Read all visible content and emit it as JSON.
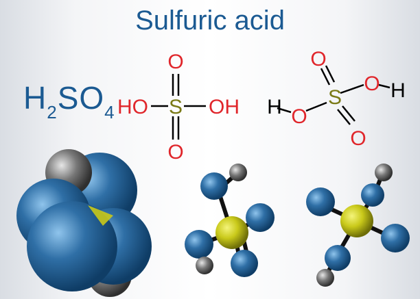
{
  "title": "Sulfuric acid",
  "formula": {
    "p1": "H",
    "s1": "2",
    "p2": "SO",
    "s2": "4"
  },
  "structural": {
    "s": "S",
    "o": "O",
    "h": "H",
    "oh": "OH",
    "ho": "HO"
  },
  "colors": {
    "title": "#1b5a92",
    "oxygen_label": "#e0262b",
    "sulfur_label": "#7a7a16",
    "oxygen_sphere": "#2f6fa6",
    "sulfur_sphere": "#c9c91a",
    "hydrogen_sphere": "#6d6d6d"
  },
  "models": [
    "space-filling",
    "ball-and-stick",
    "ball-and-stick"
  ]
}
